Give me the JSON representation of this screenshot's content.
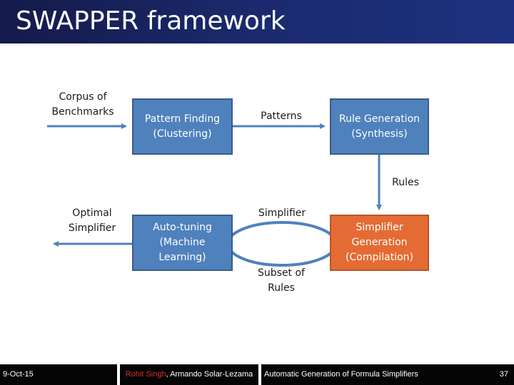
{
  "title": {
    "main": "SWAPPER framework"
  },
  "diagram": {
    "corpus_label": "Corpus of\nBenchmarks",
    "pattern_finding_box": "Pattern Finding\n(Clustering)",
    "patterns_label": "Patterns",
    "rule_generation_box": "Rule Generation\n(Synthesis)",
    "rules_label": "Rules",
    "optimal_simplifier_label": "Optimal\nSimplifier",
    "auto_tuning_box": "Auto-tuning\n(Machine\nLearning)",
    "simplifier_label": "Simplifier",
    "subset_label": "Subset of\nRules",
    "simplifier_generation_box": "Simplifier\nGeneration\n(Compilation)",
    "colors": {
      "box_blue": "#4f81bd",
      "box_orange": "#e46c34",
      "arrow": "#4f81bd",
      "title_bar": "#1b2a6e"
    }
  },
  "footer": {
    "date": "9-Oct-15",
    "author_highlight": "Rohit Singh",
    "author_rest": ", Armando Solar-Lezama",
    "talk_title": "Automatic Generation of Formula Simplifiers",
    "page_number": "37"
  }
}
